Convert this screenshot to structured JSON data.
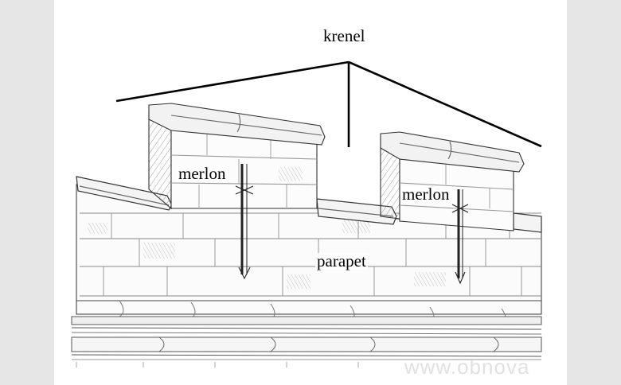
{
  "labels": {
    "krenel": "krenel",
    "merlon_left": "merlon",
    "merlon_right": "merlon",
    "parapet": "parapet"
  },
  "watermark": "www.obnova",
  "colors": {
    "background": "#e6e6e6",
    "sheet": "#ffffff",
    "ink": "#000000"
  }
}
